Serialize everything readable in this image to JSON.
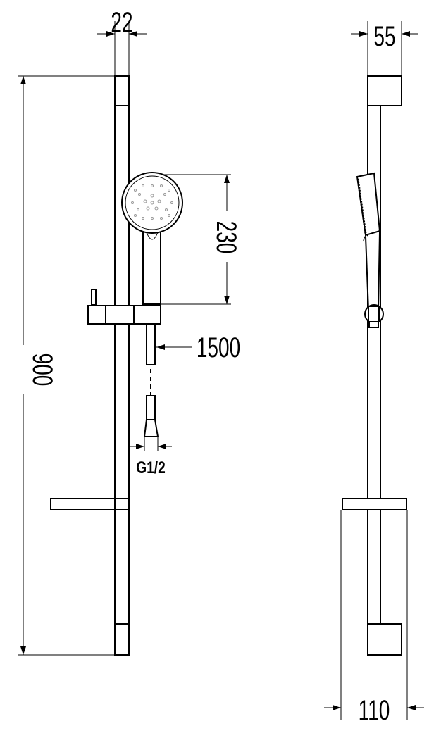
{
  "drawing": {
    "dimensions": {
      "rail_width": "22",
      "rail_depth": "55",
      "handshower_length": "230",
      "hose_length": "1500",
      "rail_height": "900",
      "connection_thread": "G1/2",
      "soap_dish_depth": "110"
    }
  }
}
